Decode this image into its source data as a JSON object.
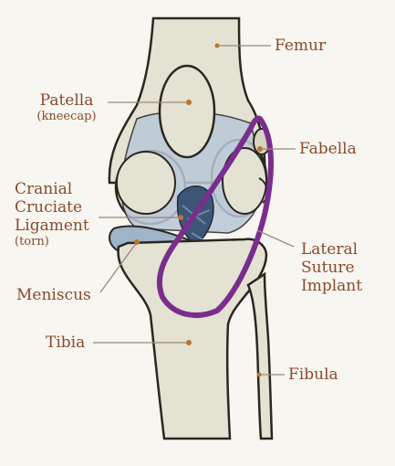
{
  "labels": {
    "femur": "Femur",
    "patella": "Patella",
    "patella_sub": "(kneecap)",
    "fabella": "Fabella",
    "ccl_line1": "Cranial",
    "ccl_line2": "Cruciate",
    "ccl_line3": "Ligament",
    "ccl_sub": "(torn)",
    "lateral_line1": "Lateral",
    "lateral_line2": "Suture",
    "lateral_line3": "Implant",
    "meniscus": "Meniscus",
    "tibia": "Tibia",
    "fibula": "Fibula"
  },
  "colors": {
    "label_text": "#8a4a2a",
    "leader_line": "#9a8a7a",
    "bone": "#e4e2d2",
    "bone_outline": "#2a2622",
    "cartilage": "#b9c7d6",
    "ligament": "#3c5678",
    "suture": "#7a2d8c",
    "marker_dot": "#b8772a",
    "background": "#f8f6f1"
  }
}
